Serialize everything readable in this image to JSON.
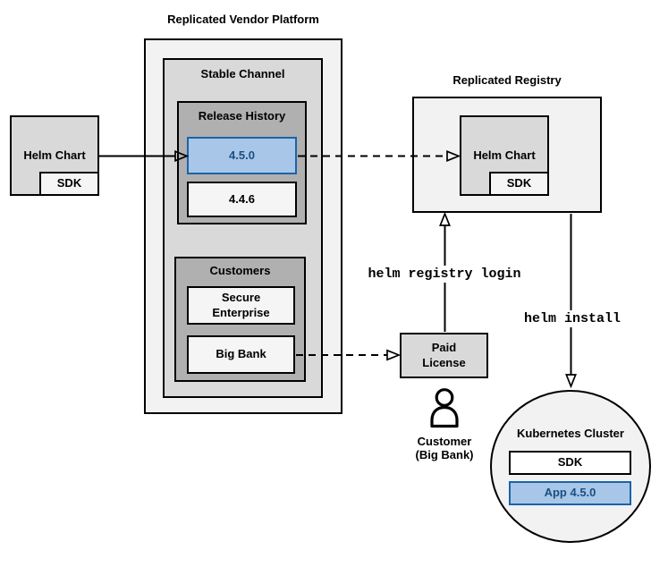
{
  "platform": {
    "title": "Replicated Vendor Platform"
  },
  "stable_channel": {
    "label": "Stable Channel"
  },
  "release_history": {
    "label": "Release History",
    "current_release": "4.5.0",
    "previous_release": "4.4.6"
  },
  "customers": {
    "label": "Customers",
    "customer_secure_line1": "Secure",
    "customer_secure_line2": "Enterprise",
    "customer_bigbank": "Big Bank"
  },
  "vendor_helm_chart": {
    "label": "Helm Chart",
    "sdk_label": "SDK"
  },
  "registry": {
    "title": "Replicated Registry",
    "helm_chart_label": "Helm Chart",
    "sdk_label": "SDK"
  },
  "paid_license": {
    "line1": "Paid",
    "line2": "License"
  },
  "customer_actor": {
    "line1": "Customer",
    "line2": "(Big Bank)"
  },
  "cluster": {
    "label": "Kubernetes Cluster",
    "sdk_label": "SDK",
    "app_label": "App 4.5.0"
  },
  "commands": {
    "registry_login": "helm registry login",
    "install": "helm install"
  },
  "colors": {
    "highlight_fill": "#a8c6e8",
    "highlight_border": "#1c63a8",
    "highlight_text": "#1b4f82",
    "container_light": "#f2f2f2",
    "container_medium": "#d9d9d9",
    "container_dark": "#b0b0b0",
    "box_light": "#f5f5f5",
    "stroke": "#000000"
  }
}
